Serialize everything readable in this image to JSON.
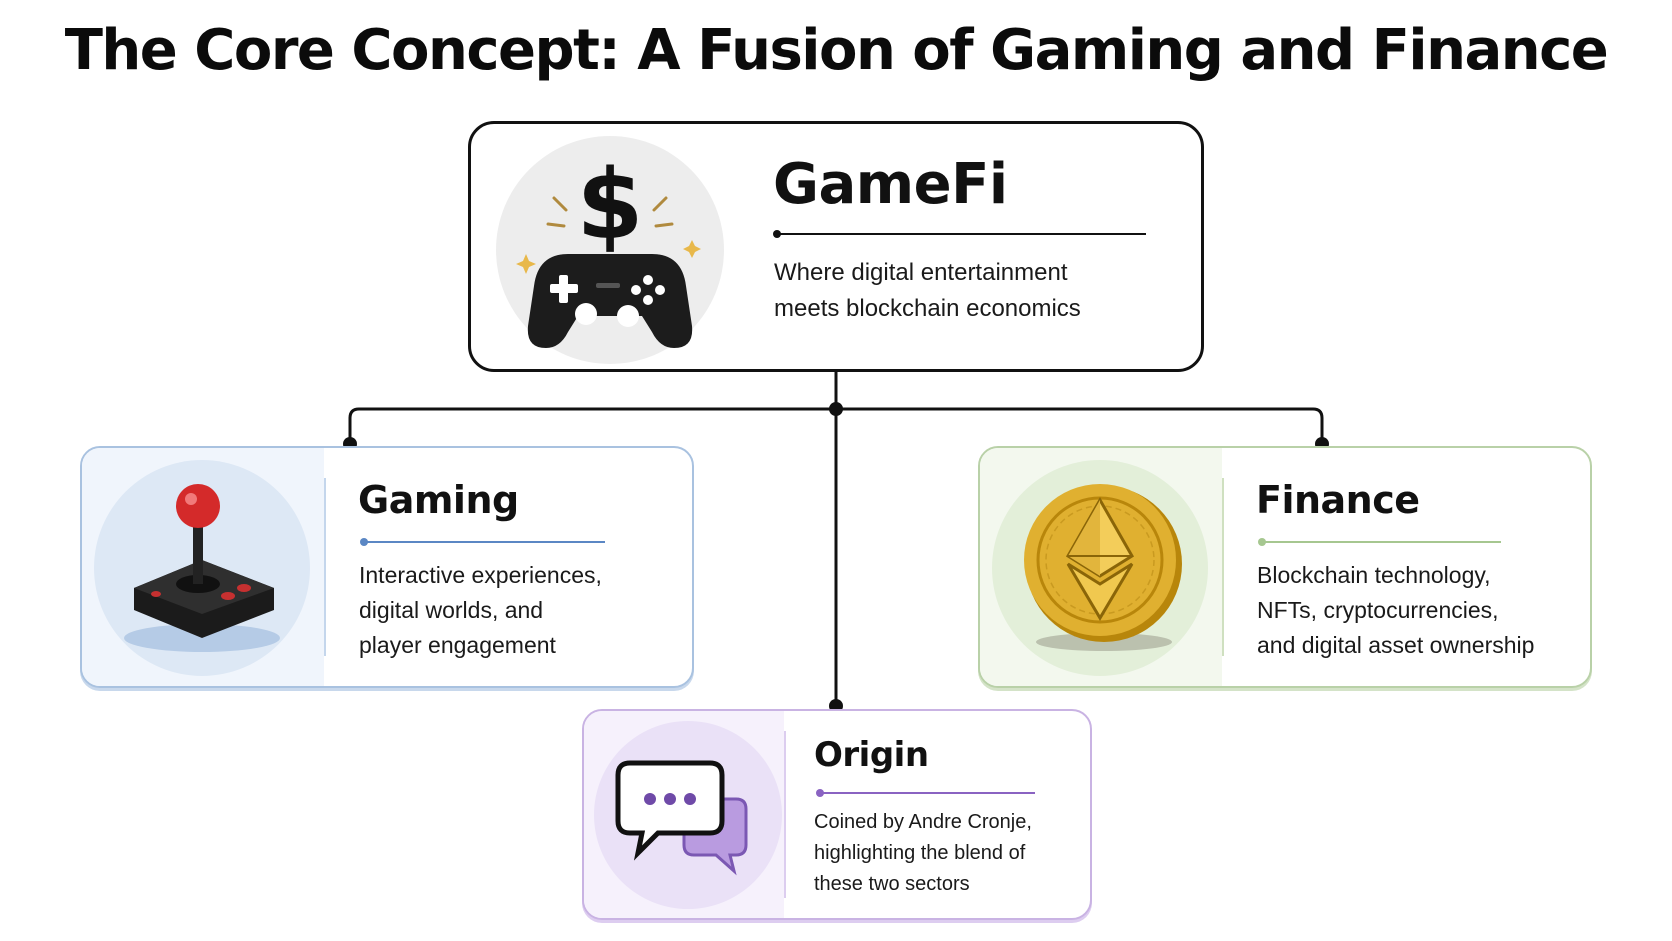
{
  "title": "The Core Concept: A Fusion of Gaming and Finance",
  "nodes": {
    "gamefi": {
      "heading": "GameFi",
      "desc_lines": [
        "Where digital entertainment",
        "meets blockchain economics"
      ],
      "icon": "gamepad-dollar-icon"
    },
    "gaming": {
      "heading": "Gaming",
      "desc_lines": [
        "Interactive experiences,",
        "digital worlds, and",
        "player engagement"
      ],
      "icon": "joystick-icon",
      "accent": "#5b87c4"
    },
    "finance": {
      "heading": "Finance",
      "desc_lines": [
        "Blockchain technology,",
        "NFTs, cryptocurrencies,",
        "and digital asset ownership"
      ],
      "icon": "ethereum-coin-icon",
      "accent": "#8fb27a"
    },
    "origin": {
      "heading": "Origin",
      "desc_lines": [
        "Coined by Andre Cronje,",
        "highlighting the blend of",
        "these two sectors"
      ],
      "icon": "chat-bubbles-icon",
      "accent": "#8a63c2"
    }
  }
}
